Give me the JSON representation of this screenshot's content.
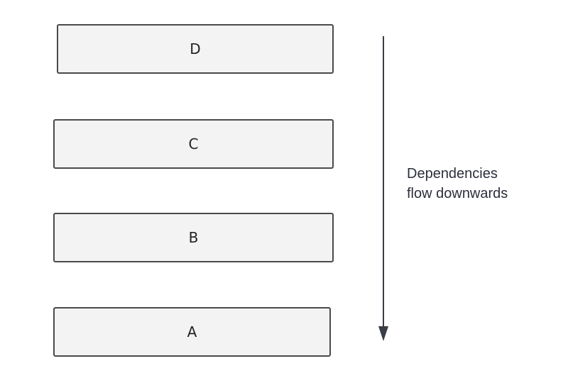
{
  "diagram": {
    "layers": [
      {
        "id": "d",
        "label": "D"
      },
      {
        "id": "c",
        "label": "C"
      },
      {
        "id": "b",
        "label": "B"
      },
      {
        "id": "a",
        "label": "A"
      }
    ],
    "caption": {
      "line1": "Dependencies",
      "line2": "flow downwards"
    },
    "colors": {
      "box_fill": "#f3f3f3",
      "box_border": "#4a4a4a",
      "arrow": "#3a3d45",
      "text": "#222222"
    }
  }
}
